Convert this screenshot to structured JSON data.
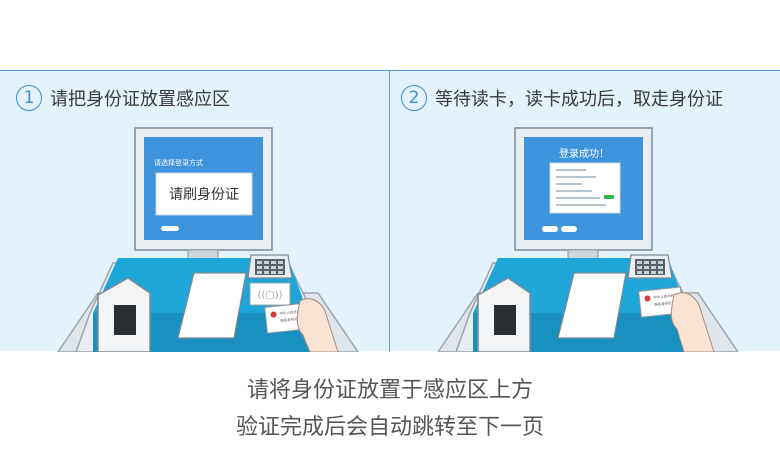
{
  "steps": [
    {
      "number": "1",
      "text": "请把身份证放置感应区",
      "screen_caption": "请选择登录方式",
      "screen_main": "请刷身份证"
    },
    {
      "number": "2",
      "text": "等待读卡，读卡成功后，取走身份证",
      "screen_caption": "登录成功！"
    }
  ],
  "card_text": {
    "line1": "中华人民共和国",
    "line2": "居民身份证"
  },
  "instructions": [
    "请将身份证放置于感应区上方",
    "验证完成后会自动跳转至下一页"
  ],
  "colors": {
    "accent": "#3b8fd8",
    "panel_bg": "#e4f2fb",
    "screen_blue": "#3d93dc",
    "desk_blue": "#1ea6d8"
  }
}
